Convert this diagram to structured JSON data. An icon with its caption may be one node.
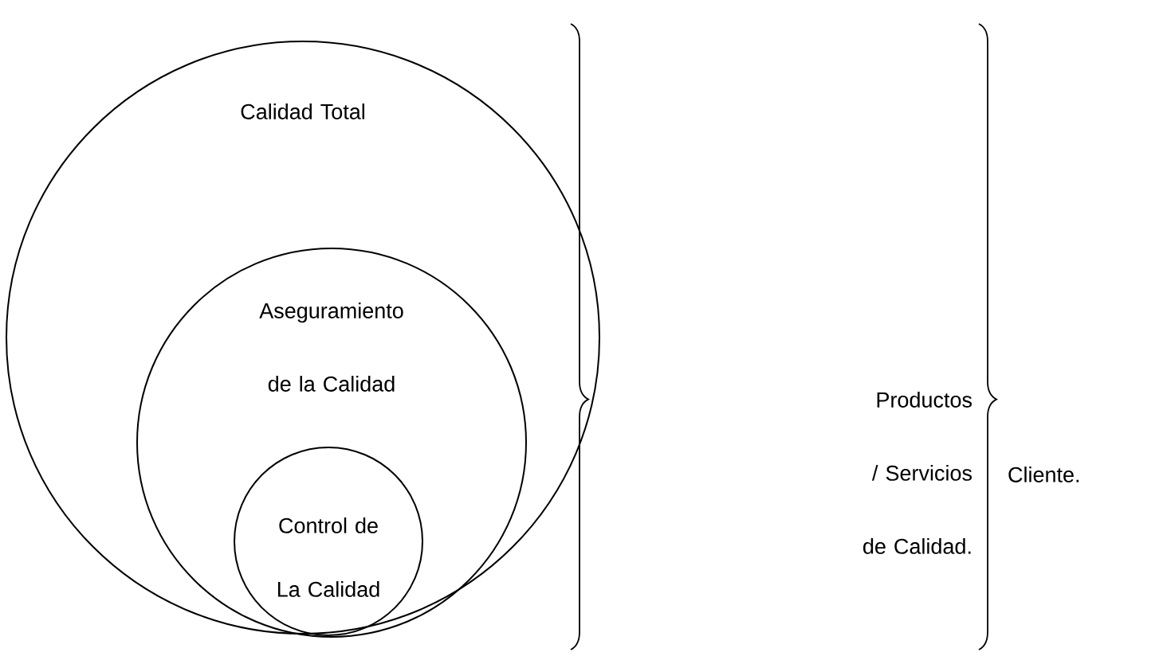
{
  "diagram": {
    "nodes": [
      {
        "text": [
          "Calidad Total"
        ]
      },
      {
        "text": [
          "Aseguramiento de la Calidad"
        ],
        "in": 0
      },
      {
        "text": [
          "Control de La Calidad"
        ],
        "in": 1
      },
      {
        "text": [
          "Productos / Servicios de Calidad."
        ]
      },
      {
        "text": [
          "Cliente."
        ]
      }
    ]
  }
}
